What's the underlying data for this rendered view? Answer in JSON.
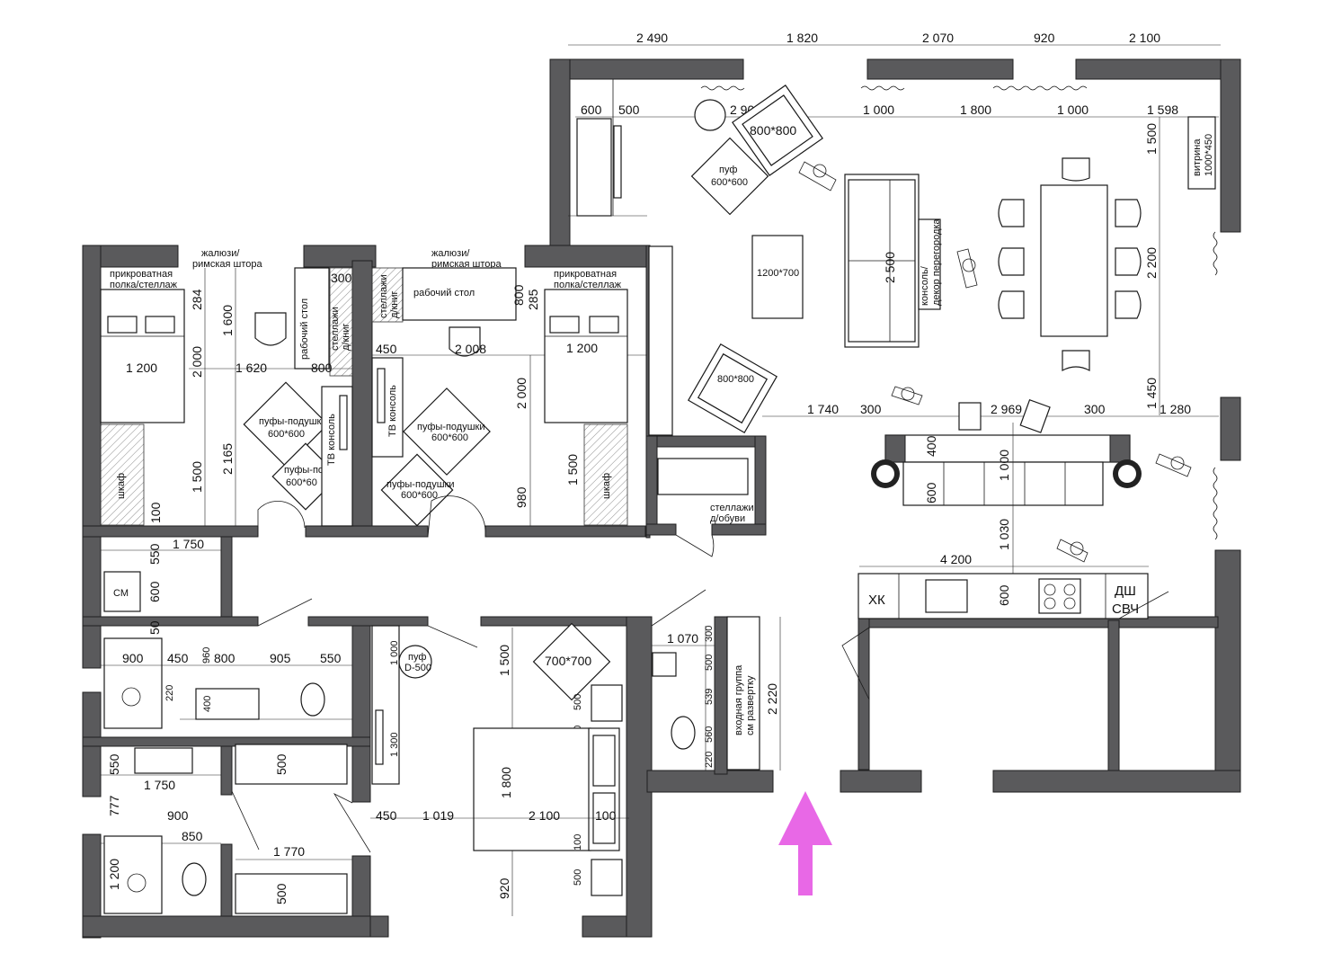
{
  "top_dims": [
    "2 490",
    "1 820",
    "2 070",
    "920",
    "2 100"
  ],
  "living": {
    "dims_row": [
      "600",
      "500",
      "2 901",
      "1 000",
      "1 800",
      "1 000",
      "1 598"
    ],
    "table_800_top": "800*800",
    "pouf_label": "пуф",
    "pouf_size": "600*600",
    "rug": "1200*700",
    "sofa_dim": "2 500",
    "console_label": "консоль/",
    "console_label2": "декор перегородка",
    "dim_1500": "1 500",
    "dim_2200": "2 200",
    "dim_1450": "1 450",
    "showcase": "витрина",
    "showcase_size": "1000*450",
    "table_800_lower": "800*800",
    "row2": [
      "1 740",
      "300",
      "2 969",
      "300",
      "1 280"
    ],
    "dim_400": "400",
    "dim_600": "600",
    "dim_1000": "1 000",
    "dim_1030": "1 030",
    "kitchen_len": "4 200",
    "fridge": "ХК",
    "kitchen_600": "600",
    "dishwasher": "ДШ",
    "microwave": "СВЧ"
  },
  "bedroom_left": {
    "shelf_l1": "прикроватная",
    "shelf_l2": "полка/стеллаж",
    "blinds_l1": "жалюзи/",
    "blinds_l2": "римская штора",
    "bed_width": "1 200",
    "dims_v": [
      "284",
      "1 600",
      "2 000",
      "1 500",
      "2 165",
      "100"
    ],
    "dim_1620": "1 620",
    "dim_300": "300",
    "dim_800": "800",
    "desk": "рабочий стол",
    "shelves_l1": "стеллажи",
    "shelves_l2": "д/книг",
    "wardrobe": "шкаф",
    "poufs": "пуфы-подушки",
    "poufs_size": "600*600",
    "poufs2": "пуфы-по",
    "poufs2_size": "600*60",
    "tv": "ТВ консоль"
  },
  "bedroom_mid": {
    "blinds_l1": "жалюзи/",
    "blinds_l2": "римская штора",
    "shelves_l1": "стеллажи",
    "shelves_l2": "д/книг",
    "desk": "рабочий стол",
    "dim_800": "800",
    "dim_285": "285",
    "shelf_l1": "прикроватная",
    "shelf_l2": "полка/стеллаж",
    "dim_450": "450",
    "dim_2008": "2 008",
    "bed_width": "1 200",
    "tv": "ТВ консоль",
    "poufs": "пуфы-подушки",
    "poufs_size": "600*600",
    "poufs2": "пуфы-подушки",
    "poufs2_size": "600*600",
    "dim_2000": "2 000",
    "dim_980": "980",
    "dim_1500": "1 500",
    "wardrobe": "шкаф",
    "shoe_l1": "стеллажи",
    "shoe_l2": "д/обуви"
  },
  "laundry": {
    "dim_550": "550",
    "dim_1750": "1 750",
    "dim_600": "600",
    "dim_50": "50",
    "washer": "СМ"
  },
  "bath_top": {
    "dims": [
      "900",
      "450",
      "960",
      "800",
      "905",
      "550"
    ],
    "dim_220": "220",
    "dim_400": "400"
  },
  "bath_bottom": {
    "dim_550": "550",
    "dim_1750": "1 750",
    "dim_777": "777",
    "dim_900": "900",
    "dim_850": "850",
    "dim_1200": "1 200"
  },
  "closet": {
    "dim_500a": "500",
    "dim_1770": "1 770",
    "dim_500b": "500"
  },
  "master": {
    "pouf": "пуф",
    "pouf_size": "D-500",
    "dim_1000": "1 000",
    "dim_1300": "1 300",
    "dim_1500": "1 500",
    "table": "700*700",
    "dim_500a": "500",
    "dim_100a": "100",
    "dim_1800": "1 800",
    "dim_450": "450",
    "dim_1019": "1 019",
    "dim_2100": "2 100",
    "dim_100b": "100",
    "dim_100c": "100",
    "dim_920": "920",
    "dim_500b": "500"
  },
  "wc": {
    "dim_1070": "1 070",
    "dims_v": [
      "300",
      "500",
      "539",
      "560",
      "220"
    ]
  },
  "entry": {
    "label_l1": "входная группа",
    "label_l2": "см развертку",
    "dim_2220": "2 220"
  },
  "colors": {
    "wall": "#5a5a5c",
    "arrow": "#e868e6"
  }
}
